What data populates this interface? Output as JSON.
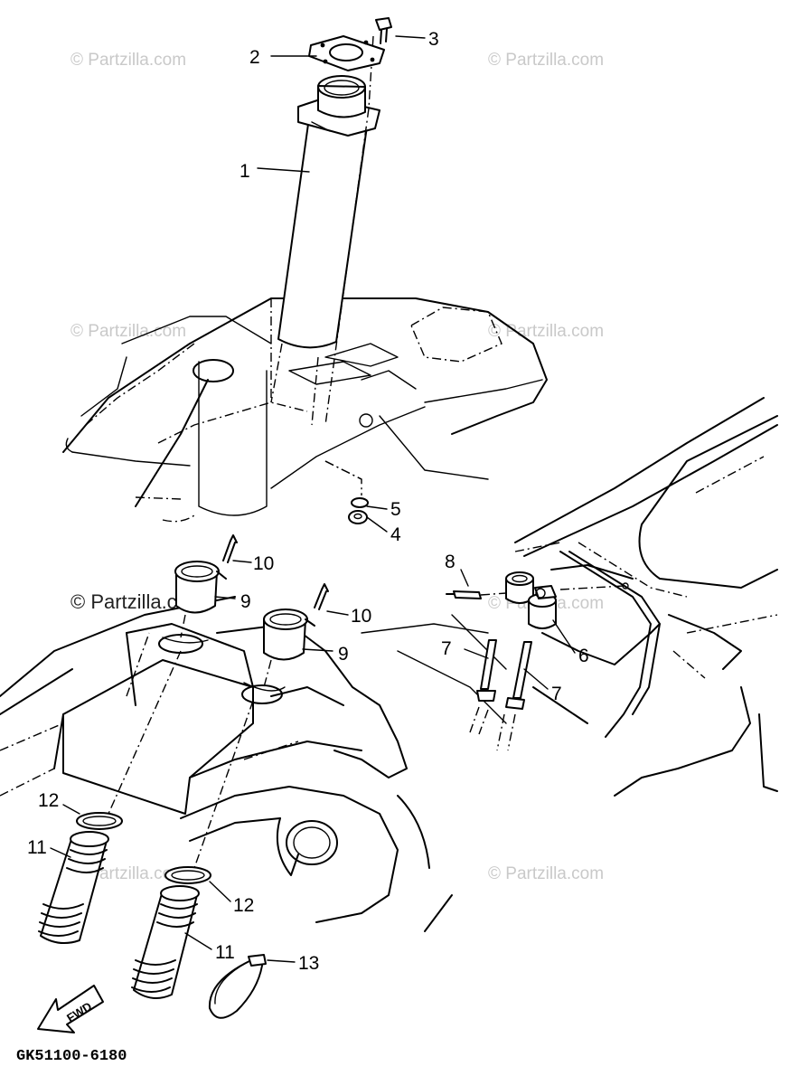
{
  "diagram": {
    "callouts": [
      "1",
      "2",
      "3",
      "4",
      "5",
      "6",
      "7",
      "7",
      "8",
      "9",
      "9",
      "10",
      "10",
      "11",
      "11",
      "12",
      "12",
      "13"
    ],
    "watermarks": [
      "© Partzilla.com",
      "© Partzilla.com",
      "© Partzilla.com",
      "© Partzilla.com",
      "© Partzilla.com",
      "© Partzilla.com",
      "© Partzilla.com",
      "© Partzilla.com"
    ],
    "fwd_label": "FWD",
    "diagram_code": "GK51100-6180"
  }
}
